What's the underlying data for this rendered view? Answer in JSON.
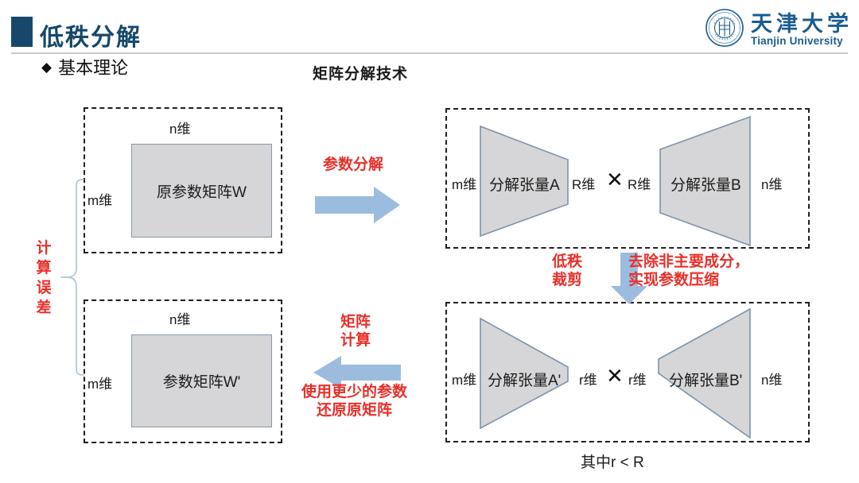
{
  "header": {
    "title": "低秩分解",
    "bullet_glyph": "◆",
    "subtitle": "基本理论",
    "accent_color": "#17486c"
  },
  "logo": {
    "name_cn": "天津大学",
    "name_en": "Tianjin University",
    "seal_icon": "university-seal-icon",
    "color": "#1b5c8f"
  },
  "diagram": {
    "section_label": "矩阵分解技术",
    "footnote": "其中r < R",
    "colors": {
      "matrix_fill": "#d6d6d8",
      "matrix_stroke": "#8797a8",
      "arrow_blue": "#9bbcdf",
      "note_red": "#e8302a",
      "dashed_border": "#1f1f1f",
      "brace_blue": "#a9c4de"
    },
    "original_panel": {
      "top_dim": "n维",
      "left_dim": "m维",
      "matrix_label": "原参数矩阵W"
    },
    "restored_panel": {
      "top_dim": "n维",
      "left_dim": "m维",
      "matrix_label": "参数矩阵W'"
    },
    "decomposed_high_panel": {
      "left_dim": "m维",
      "tensor_a_label": "分解张量A",
      "inner_dim_left": "R维",
      "multiply_symbol": "✕",
      "inner_dim_right": "R维",
      "tensor_b_label": "分解张量B",
      "right_dim": "n维"
    },
    "decomposed_low_panel": {
      "left_dim": "m维",
      "tensor_a_label": "分解张量A'",
      "inner_dim_left": "r维",
      "multiply_symbol": "✕",
      "inner_dim_right": "r维",
      "tensor_b_label": "分解张量B'",
      "right_dim": "n维"
    },
    "flow": {
      "param_decompose": "参数分解",
      "matrix_calc_line1": "矩阵",
      "matrix_calc_line2": "计算",
      "fewer_params_line1": "使用更少的参数",
      "fewer_params_line2": "还原原矩阵",
      "lowrank_cut_line1": "低秩",
      "lowrank_cut_line2": "裁剪",
      "remove_minor_line1": "去除非主要成分，",
      "remove_minor_line2": "实现参数压缩",
      "error_label_chars": [
        "计",
        "算",
        "误",
        "差"
      ]
    }
  }
}
